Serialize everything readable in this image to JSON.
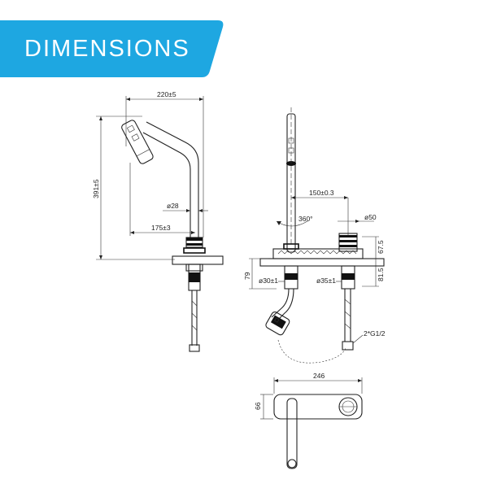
{
  "banner": {
    "title": "DIMENSIONS",
    "color": "#1ea7e1"
  },
  "side_view": {
    "width_label": "220±5",
    "height_label": "391±5",
    "spout_diameter_label": "ø28",
    "reach_label": "175±3"
  },
  "front_view": {
    "center_distance_label": "150±0.3",
    "rotation_label": "360°",
    "handle_diameter_label": "ø50",
    "handle_height_label": "67.5",
    "deck_thickness_label": "79",
    "spout_hole_label": "ø30±1",
    "handle_hole_label": "ø35±1",
    "shank_label": "81.5",
    "hose_label": "2*G1/2"
  },
  "top_view": {
    "length_label": "246",
    "depth_label": "66"
  },
  "icons": [
    "rotation-arrow-icon"
  ]
}
